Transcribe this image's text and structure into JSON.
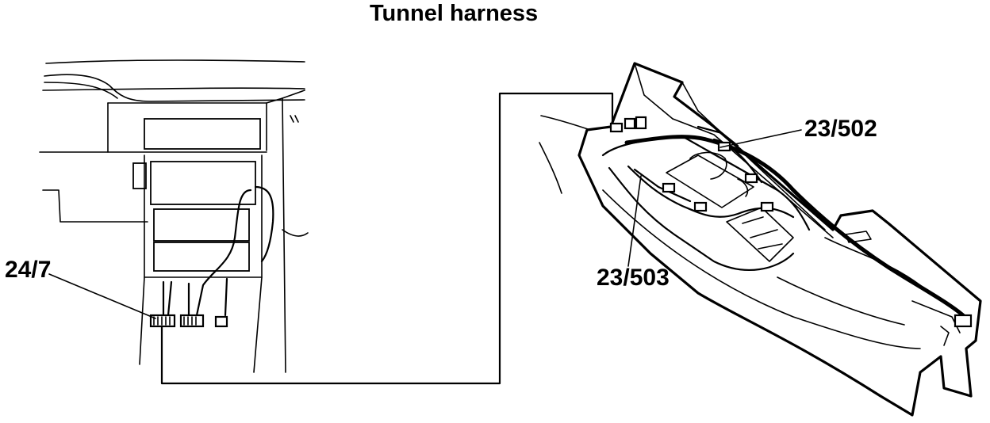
{
  "title": "Tunnel harness",
  "callouts": {
    "connector_left": "24/7",
    "connector_right_top": "23/502",
    "connector_right_bottom": "23/503"
  },
  "colors": {
    "line": "#000000",
    "background": "#ffffff"
  }
}
